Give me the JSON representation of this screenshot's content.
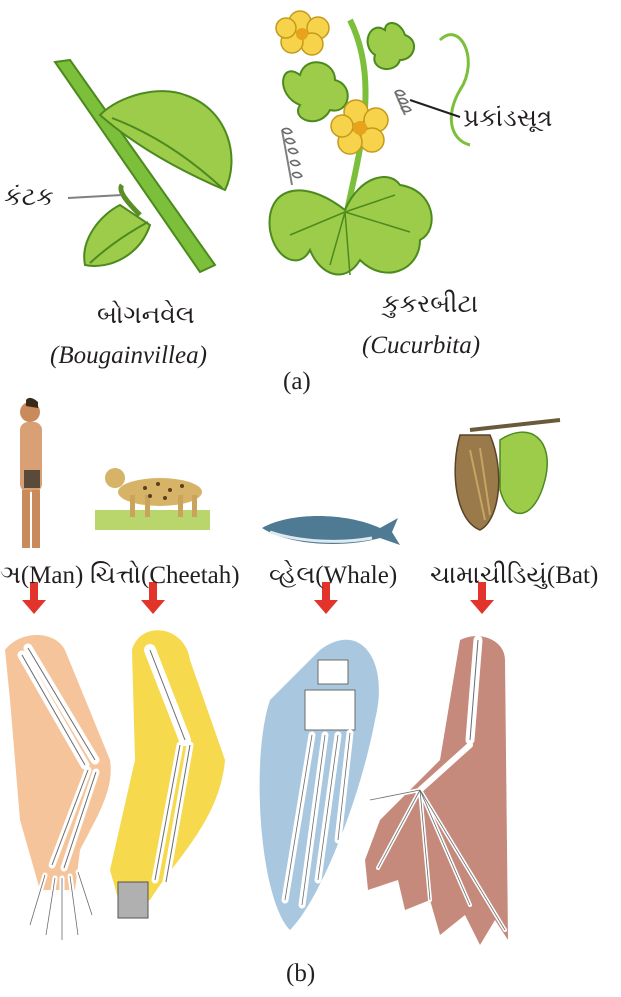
{
  "panel_a": {
    "left": {
      "callout": "કંટક",
      "name": "બોગનવેલ",
      "sci": "(Bougainvillea)"
    },
    "right": {
      "callout": "પ્રકાંડસૂત્ર",
      "name": "કુકરબીટા",
      "sci": "(Cucurbita)"
    },
    "caption": "(a)"
  },
  "panel_b": {
    "labels": [
      "ઞ(Man)",
      "ચિત્તો(Cheetah)",
      "વ્હેલ(Whale)",
      "ચામાચીડિયું(Bat)"
    ],
    "caption": "(b)"
  },
  "colors": {
    "leaf": "#9ccc4a",
    "stem": "#7bbf3a",
    "flower": "#f6d34a",
    "arrow": "#e2342b",
    "man_bg": "#f5c49b",
    "cheetah_bg": "#f6d94c",
    "whale_bg": "#a9c8df",
    "bat_bg": "#c58a7c"
  }
}
